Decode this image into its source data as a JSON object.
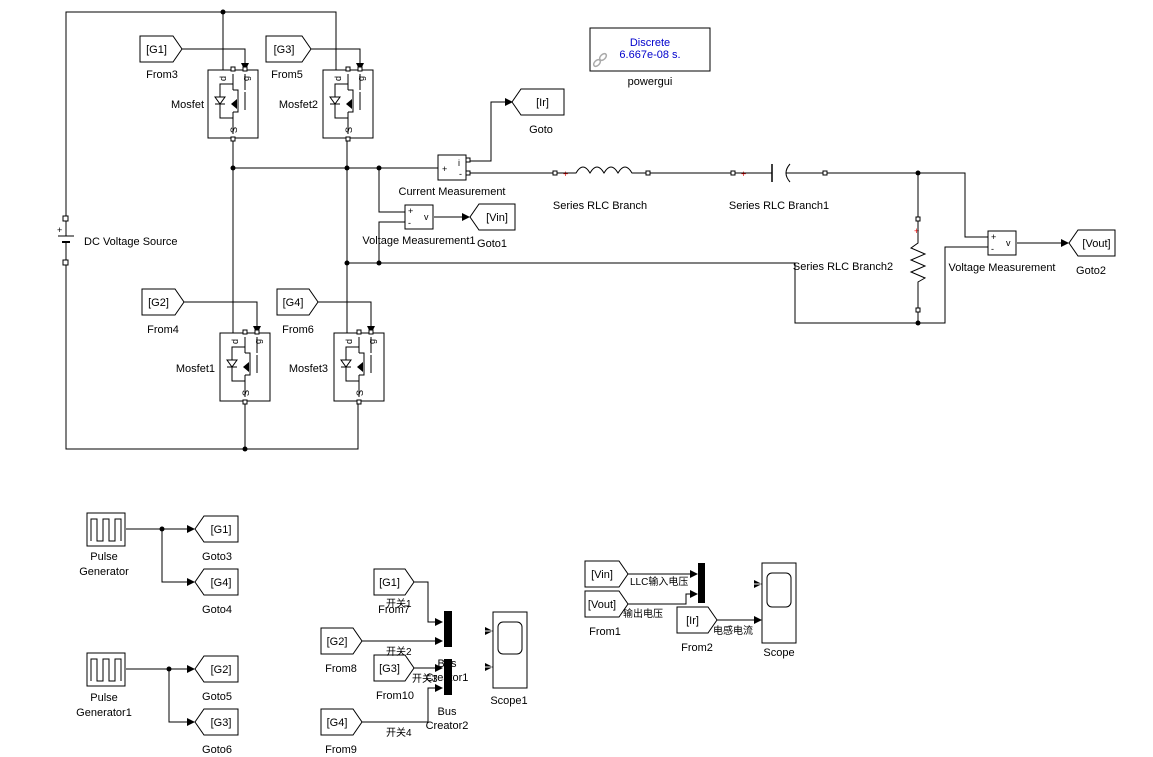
{
  "powergui": {
    "mode": "Discrete",
    "sample_time": "6.667e-08 s.",
    "name": "powergui",
    "mode_color": "#0000cc"
  },
  "mosfets": {
    "m1": "Mosfet",
    "m2": "Mosfet2",
    "m3": "Mosfet1",
    "m4": "Mosfet3",
    "pin_d": "d",
    "pin_g": "g",
    "pin_s": "S"
  },
  "froms": {
    "from3": {
      "tag": "[G1]",
      "name": "From3"
    },
    "from5": {
      "tag": "[G3]",
      "name": "From5"
    },
    "from4": {
      "tag": "[G2]",
      "name": "From4"
    },
    "from6": {
      "tag": "[G4]",
      "name": "From6"
    },
    "from7": {
      "tag": "[G1]",
      "name": "From7"
    },
    "from8": {
      "tag": "[G2]",
      "name": "From8"
    },
    "from10": {
      "tag": "[G3]",
      "name": "From10"
    },
    "from9": {
      "tag": "[G4]",
      "name": "From9"
    },
    "from_vin": {
      "tag": "[Vin]"
    },
    "from1": {
      "tag": "[Vout]",
      "name": "From1"
    },
    "from2": {
      "tag": "[Ir]",
      "name": "From2"
    }
  },
  "gotos": {
    "goto": {
      "tag": "[Ir]",
      "name": "Goto"
    },
    "goto1": {
      "tag": "[Vin]",
      "name": "Goto1"
    },
    "goto2": {
      "tag": "[Vout]",
      "name": "Goto2"
    },
    "goto3": {
      "tag": "[G1]",
      "name": "Goto3"
    },
    "goto4": {
      "tag": "[G4]",
      "name": "Goto4"
    },
    "goto5": {
      "tag": "[G2]",
      "name": "Goto5"
    },
    "goto6": {
      "tag": "[G3]",
      "name": "Goto6"
    }
  },
  "labels": {
    "dc_source": "DC Voltage Source",
    "current_meas": "Current Measurement",
    "voltage_meas1": "Voltage Measurement1",
    "voltage_meas": "Voltage Measurement",
    "rlc": "Series RLC Branch",
    "rlc1": "Series RLC Branch1",
    "rlc2": "Series RLC Branch2",
    "pulse_a": "Pulse",
    "pulse_b": "Generator",
    "pulse1_a": "Pulse",
    "pulse1_b": "Generator1",
    "bus": "Bus",
    "bus_creator1": "Creator1",
    "bus_creator2": "Creator2",
    "scope1": "Scope1",
    "scope": "Scope",
    "sig_sw1": "开关1",
    "sig_sw2": "开关2",
    "sig_sw3": "开关3",
    "sig_sw4": "开关4",
    "sig_llc_in": "LLC输入电压",
    "sig_out": "输出电压",
    "sig_ind": "电感电流",
    "port_i": "i",
    "port_v": "v",
    "plus": "+",
    "minus": "-"
  }
}
